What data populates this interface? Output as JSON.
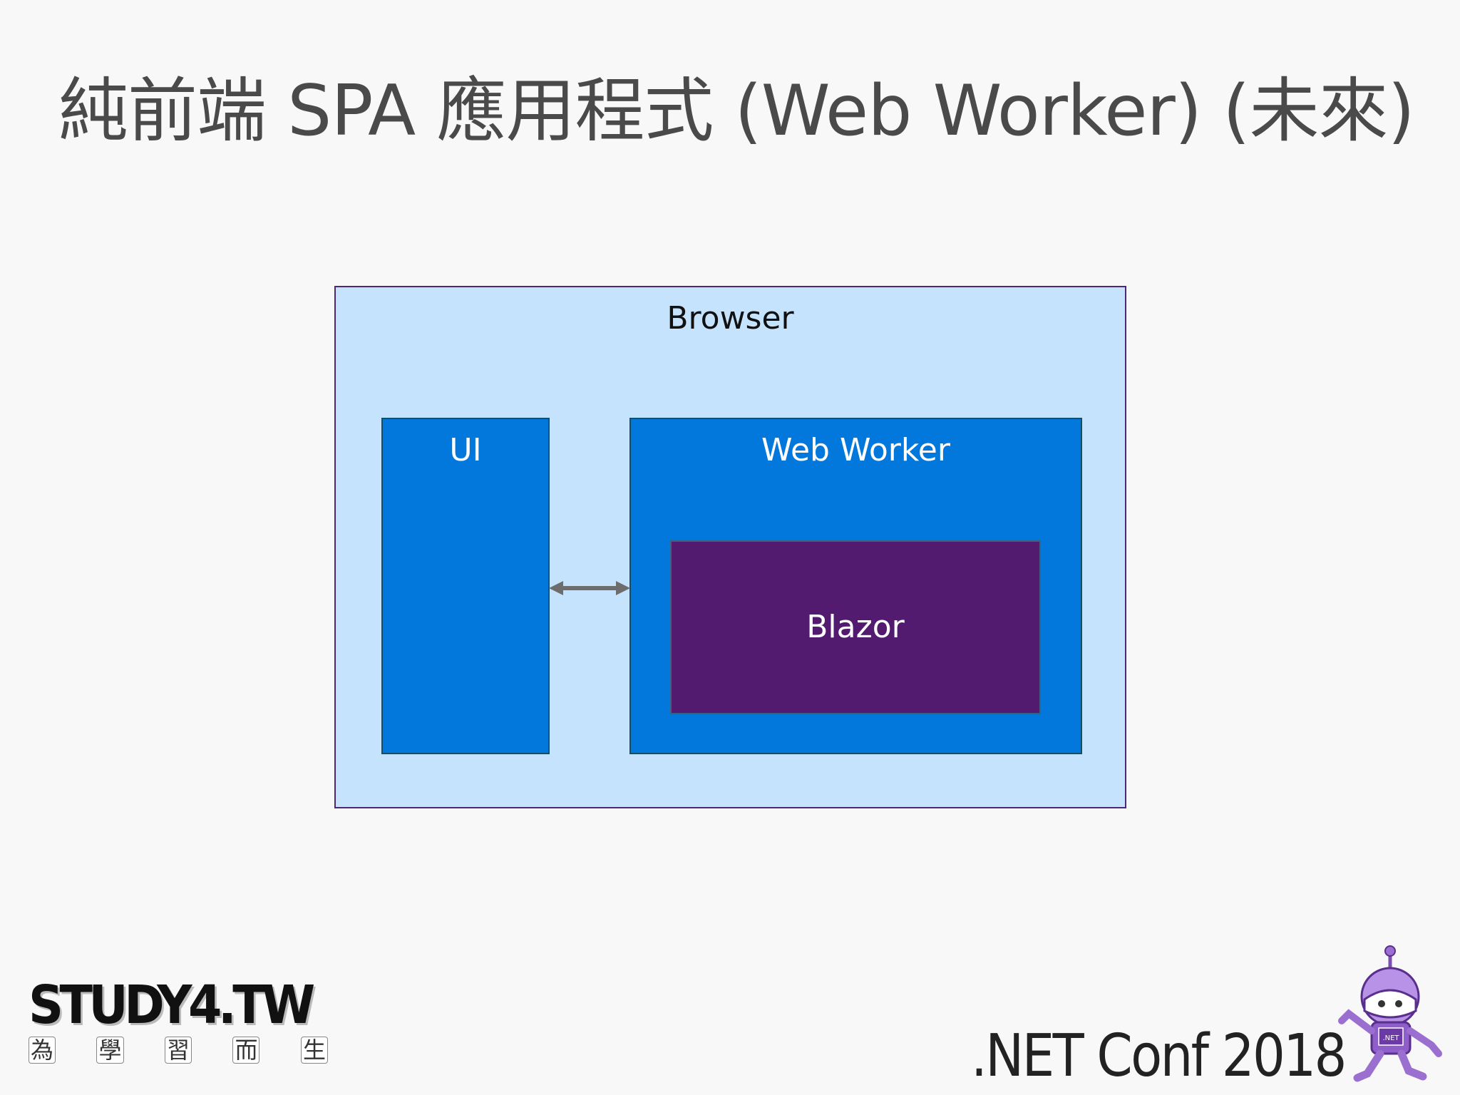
{
  "slide": {
    "title": "純前端 SPA 應用程式 (Web Worker) (未來)"
  },
  "diagram": {
    "browser_label": "Browser",
    "ui_label": "UI",
    "worker_label": "Web Worker",
    "blazor_label": "Blazor",
    "colors": {
      "browser_fill": "#c6e3fd",
      "container_fill": "#0378dc",
      "blazor_fill": "#521b70",
      "arrow": "#6d6d6d"
    }
  },
  "footer": {
    "study_logo": "STUDY4.TW",
    "study_tagline": [
      "為",
      "學",
      "習",
      "而",
      "生"
    ],
    "conf_label": ".NET Conf 2018",
    "mascot_badge": ".NET"
  }
}
